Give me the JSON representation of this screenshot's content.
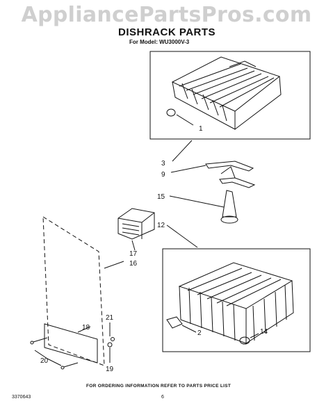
{
  "watermark": "AppliancePartsPros.com",
  "header": {
    "title": "DISHRACK PARTS",
    "model_line": "For Model: WU3000V-3"
  },
  "callouts": {
    "c1": "1",
    "c2": "2",
    "c3": "3",
    "c9": "9",
    "c12": "12",
    "c14": "14",
    "c15": "15",
    "c16": "16",
    "c17": "17",
    "c18": "18",
    "c19": "19",
    "c20": "20",
    "c21": "21"
  },
  "footer": {
    "ordering_note": "FOR ORDERING INFORMATION REFER TO PARTS PRICE LIST",
    "doc_number": "3370643",
    "page_number": "6"
  }
}
